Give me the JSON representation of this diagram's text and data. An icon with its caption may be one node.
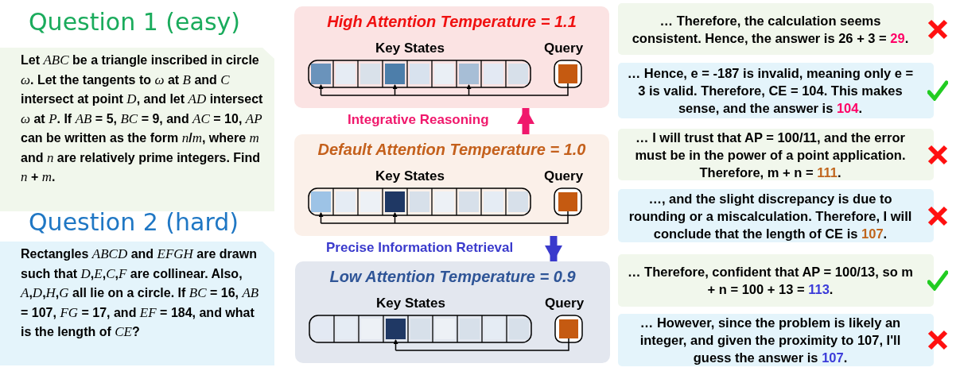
{
  "diagram": {
    "nodes": [
      {
        "text": [
          "Question 1 (easy)",
          "Let *ABC* be a triangle inscribed in circle *ω*. Let the tangents to *ω* at *B* and *C* intersect at point *D*, and let *AD* intersect *ω* at *P*. If *AB* = 5, *BC* = 9, and *AC* = 10, *AP* can be written as the form *n*/*m*, where *m* and *n* are relatively prime integers. Find *n* + *m*."
        ]
      },
      {
        "text": [
          "Question 2 (hard)",
          "Rectangles *ABCD* and *EFGH* are drawn such that *D*,*E*,*C*,*F* are collinear. Also, *A*,*D*,*H*,*G* all lie on a circle. If *BC* = 16, *AB* = 107, *FG* = 17, and *EF* = 184, and what is the length of *CE*?"
        ]
      },
      {
        "text": [
          "High Attention Temperature = 1.1",
          "Key States",
          "Query"
        ]
      },
      {
        "text": [
          "Default Attention Temperature = 1.0",
          "Key States",
          "Query"
        ]
      },
      {
        "text": [
          "Low Attention Temperature = 0.9",
          "Key States",
          "Query"
        ]
      },
      {
        "text": [
          "… Therefore, the calculation seems consistent. Hence, the answer is 26 + 3 = 29."
        ]
      },
      {
        "text": [
          "… Hence, e = -187 is invalid, meaning only e = 3 is valid. Therefore, CE = 104. This makes sense, and the answer is 104."
        ]
      },
      {
        "text": [
          "… I will trust that AP = 100/11, and the error must be in the power of a point application. Therefore, m + n = 111."
        ]
      },
      {
        "text": [
          "…, and the slight discrepancy is due to rounding or a miscalculation. Therefore, I will conclude that the length of CE is 107."
        ]
      },
      {
        "text": [
          "… Therefore, confident that AP = 100/13, so m + n = 100 + 13 = 113."
        ]
      },
      {
        "text": [
          "… However, since the problem is likely an integer, and given the proximity to 107, I'll guess the answer is 107."
        ]
      }
    ],
    "edges": [
      {
        "from": 3,
        "to": 2,
        "arrow": "to",
        "label": "Integrative Reasoning",
        "color": "#f0186c"
      },
      {
        "from": 3,
        "to": 4,
        "arrow": "to",
        "label": "Precise Information Retrieval",
        "color": "#3a3acc"
      }
    ]
  }
}
